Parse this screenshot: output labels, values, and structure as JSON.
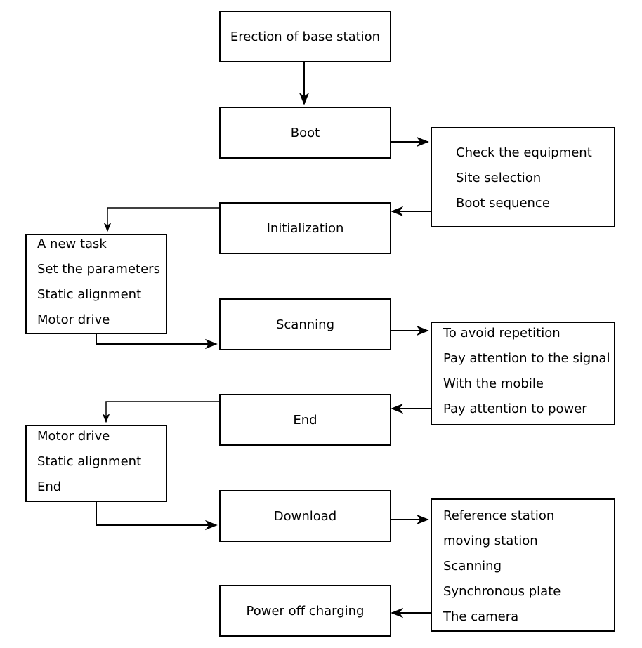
{
  "steps": {
    "erection": "Erection of base station",
    "boot": "Boot",
    "initialization": "Initialization",
    "scanning": "Scanning",
    "end": "End",
    "download": "Download",
    "power_off": "Power off charging"
  },
  "boot_notes": [
    "Check the equipment",
    "Site selection",
    "Boot sequence"
  ],
  "init_notes": [
    "A new task",
    "Set the parameters",
    "Static alignment",
    "Motor drive"
  ],
  "scan_notes": [
    "To avoid repetition",
    "Pay attention to the signal",
    "With the mobile",
    "Pay attention to power"
  ],
  "end_notes": [
    "Motor drive",
    "Static alignment",
    "End"
  ],
  "download_notes": [
    "Reference station",
    "moving station",
    "Scanning",
    "Synchronous plate",
    "The camera"
  ]
}
